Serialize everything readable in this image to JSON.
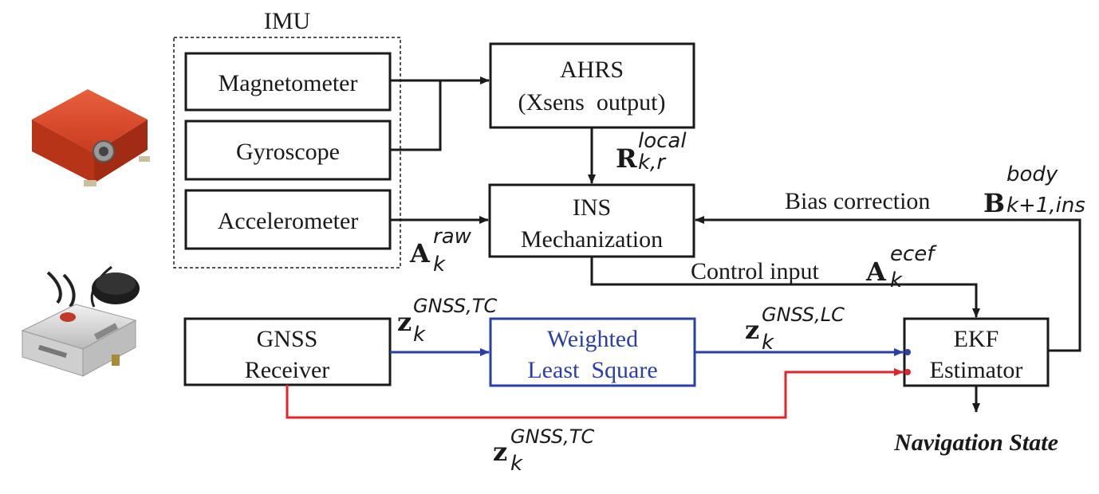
{
  "imu": {
    "title": "IMU"
  },
  "blocks": {
    "magnetometer": "Magnetometer",
    "gyroscope": "Gyroscope",
    "accelerometer": "Accelerometer",
    "ahrs_line1": "AHRS",
    "ahrs_line2": "(Xsens  output)",
    "ins_line1": "INS",
    "ins_line2": "Mechanization",
    "gnss_line1": "GNSS",
    "gnss_line2": "Receiver",
    "wls_line1": "Weighted",
    "wls_line2": "Least  Square",
    "ekf_line1": "EKF",
    "ekf_line2": "Estimator"
  },
  "labels": {
    "bias_correction": "Bias correction",
    "control_input": "Control input",
    "navigation_state": "Navigation State"
  },
  "symbols": {
    "R_base": "R",
    "R_sup": "local",
    "R_sub": "k,r",
    "A_raw_base": "A",
    "A_raw_sup": "raw",
    "A_raw_sub": "k",
    "A_ecef_base": "A",
    "A_ecef_sup": "ecef",
    "A_ecef_sub": "k",
    "B_base": "B",
    "B_sup": "body",
    "B_sub": "k+1,ins",
    "z_tc_top_base": "z",
    "z_tc_top_sup": "GNSS,TC",
    "z_tc_top_sub": "k",
    "z_lc_base": "z",
    "z_lc_sup": "GNSS,LC",
    "z_lc_sub": "k",
    "z_tc_bottom_base": "z",
    "z_tc_bottom_sup": "GNSS,TC",
    "z_tc_bottom_sub": "k"
  },
  "colors": {
    "line": "#1a1a1a",
    "blue": "#2b3fa8",
    "red": "#e0262b",
    "imu_device": "#d9472a"
  },
  "icons": {
    "imu_device": "xsens-imu-device-icon",
    "gnss_device": "ublox-gnss-receiver-icon"
  }
}
